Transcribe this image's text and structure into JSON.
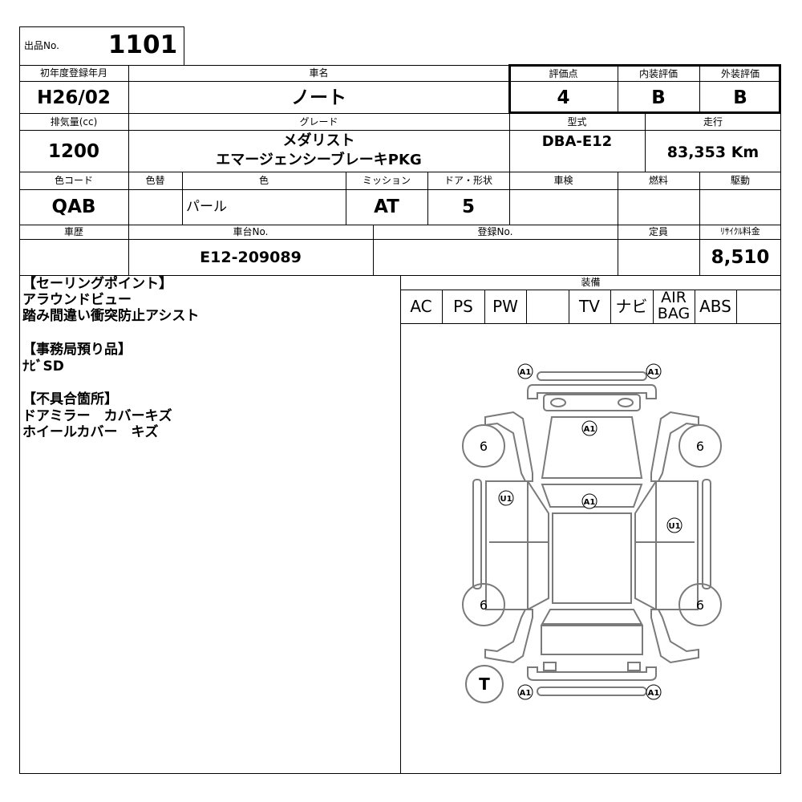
{
  "listing": {
    "no_label": "出品No.",
    "no_value": "1101"
  },
  "headers": {
    "first_reg": "初年度登録年月",
    "car_name": "車名",
    "score": "評価点",
    "interior": "内装評価",
    "exterior": "外装評価",
    "displacement": "排気量(cc)",
    "grade": "グレード",
    "model": "型式",
    "mileage": "走行",
    "color_code": "色コード",
    "color_change": "色替",
    "color": "色",
    "transmission": "ミッション",
    "doors": "ドア・形状",
    "inspection": "車検",
    "fuel": "燃料",
    "drive": "駆動",
    "history": "車歴",
    "chassis_no": "車台No.",
    "reg_no": "登録No.",
    "capacity": "定員",
    "recycle": "ﾘｻｲｸﾙ料金",
    "equipment": "装備"
  },
  "values": {
    "first_reg": "H26/02",
    "car_name": "ノート",
    "score": "4",
    "interior": "B",
    "exterior": "B",
    "displacement": "1200",
    "grade_line1": "メダリスト",
    "grade_line2": "エマージェンシーブレーキPKG",
    "model": "DBA-E12",
    "mileage": "83,353 Km",
    "color_code": "QAB",
    "color_change": "",
    "color": "パール",
    "transmission": "AT",
    "doors": "5",
    "inspection": "",
    "fuel": "",
    "drive": "",
    "history": "",
    "chassis_no": "E12-209089",
    "reg_no": "",
    "capacity": "",
    "recycle": "8,510"
  },
  "equipment": {
    "ac": "AC",
    "ps": "PS",
    "pw": "PW",
    "blank": "",
    "tv": "TV",
    "navi": "ナビ",
    "airbag_1": "AIR",
    "airbag_2": "BAG",
    "abs": "ABS",
    "extra": ""
  },
  "notes": {
    "selling_header": "【セーリングポイント】",
    "selling_1": "アラウンドビュー",
    "selling_2": "踏み間違い衝突防止アシスト",
    "office_header": "【事務局預り品】",
    "office_1": "ﾅﾋﾞSD",
    "defect_header": "【不具合箇所】",
    "defect_1": "ドアミラー　カバーキズ",
    "defect_2": "ホイールカバー　キズ"
  },
  "diagram": {
    "marks": {
      "bumper_front_left": "A1",
      "bumper_front_right": "A1",
      "hood": "A1",
      "roof": "A1",
      "left_door": "U1",
      "right_door": "U1",
      "bumper_rear_left": "A1",
      "bumper_rear_right": "A1"
    },
    "wheels": {
      "front_left": "6",
      "front_right": "6",
      "rear_left": "6",
      "rear_right": "6"
    },
    "tire_mark": "T"
  }
}
